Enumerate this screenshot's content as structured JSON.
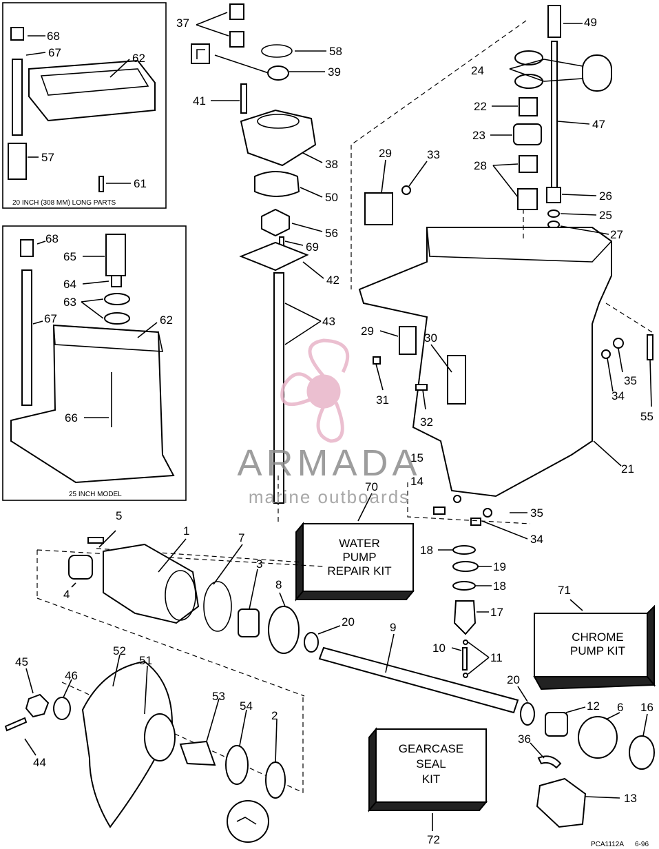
{
  "inset_top": {
    "caption": "20 INCH (308 MM) LONG PARTS",
    "labels": [
      "68",
      "67",
      "62",
      "57",
      "61"
    ]
  },
  "inset_bottom": {
    "caption": "25 INCH MODEL",
    "labels": [
      "68",
      "65",
      "64",
      "63",
      "67",
      "62",
      "66"
    ]
  },
  "kits": {
    "water_pump": [
      "WATER",
      "PUMP",
      "REPAIR KIT"
    ],
    "chrome_pump": [
      "CHROME",
      "PUMP KIT"
    ],
    "gearcase_seal": [
      "GEARCASE",
      "SEAL",
      "KIT"
    ]
  },
  "callouts": {
    "c37": "37",
    "c58": "58",
    "c39": "39",
    "c41": "41",
    "c38": "38",
    "c50": "50",
    "c56": "56",
    "c69": "69",
    "c42": "42",
    "c43": "43",
    "c49": "49",
    "c24": "24",
    "c22": "22",
    "c47": "47",
    "c23": "23",
    "c28": "28",
    "c26": "26",
    "c25": "25",
    "c27": "27",
    "c29a": "29",
    "c33": "33",
    "c29b": "29",
    "c30": "30",
    "c31": "31",
    "c32": "32",
    "c35a": "35",
    "c34a": "34",
    "c55": "55",
    "c21": "21",
    "c15": "15",
    "c14": "14",
    "c70": "70",
    "c35b": "35",
    "c34b": "34",
    "c5": "5",
    "c1": "1",
    "c7": "7",
    "c3": "3",
    "c4": "4",
    "c8": "8",
    "c20a": "20",
    "c9": "9",
    "c18a": "18",
    "c19": "19",
    "c18b": "18",
    "c17": "17",
    "c71": "71",
    "c10": "10",
    "c11": "11",
    "c20b": "20",
    "c12": "12",
    "c6": "6",
    "c16": "16",
    "c36": "36",
    "c13": "13",
    "c45": "45",
    "c46": "46",
    "c52": "52",
    "c51": "51",
    "c53": "53",
    "c54": "54",
    "c2": "2",
    "c44": "44",
    "c72": "72"
  },
  "watermark": {
    "brand": "ARMADA",
    "tagline": "marine outboards"
  },
  "footer": {
    "code": "PCA1112A",
    "date": "6-96"
  },
  "colors": {
    "line": "#000000",
    "watermark_logo": "#e8b4c8",
    "watermark_text": "#8c8c8c"
  }
}
